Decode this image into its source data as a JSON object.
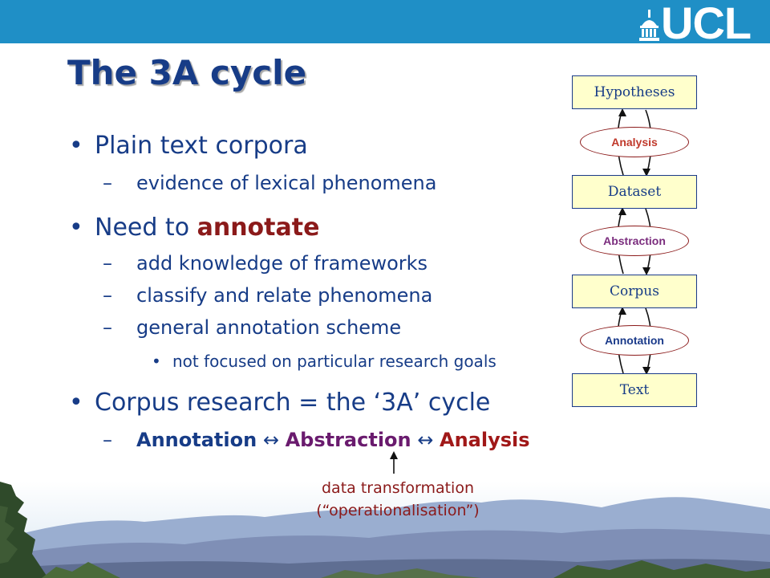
{
  "header": {
    "logo_text": "UCL"
  },
  "slide": {
    "title": "The 3A cycle",
    "bullets": {
      "b1": {
        "text": "Plain text corpora",
        "sub1": "evidence of lexical phenomena"
      },
      "b2": {
        "prefix": "Need to ",
        "strong": "annotate",
        "sub1": "add knowledge of frameworks",
        "sub2": "classify and relate phenomena",
        "sub3": "general annotation scheme",
        "sub3_note": "not focused on particular research goals"
      },
      "b3": {
        "text": "Corpus research = the ‘3A’ cycle",
        "cycle": {
          "annotation": "Annotation",
          "arrow": "↔",
          "abstraction": "Abstraction",
          "analysis": "Analysis"
        }
      }
    },
    "note": {
      "line1": "data transformation",
      "line2": "(“operationalisation”)"
    },
    "markers": {
      "bullet": "•",
      "dash": "–"
    }
  },
  "diagram": {
    "boxes": {
      "hypotheses": "Hypotheses",
      "dataset": "Dataset",
      "corpus": "Corpus",
      "text": "Text"
    },
    "ovals": {
      "analysis": "Analysis",
      "abstraction": "Abstraction",
      "annotation": "Annotation"
    },
    "oval_colors": {
      "analysis": "#c0392b",
      "abstraction": "#7b2d7e",
      "annotation": "#1a3a8a"
    }
  },
  "colors": {
    "header_blue": "#1f8fc6",
    "title_navy": "#173c87",
    "box_fill": "#ffffcc",
    "note_brown": "#8b1a1a"
  }
}
